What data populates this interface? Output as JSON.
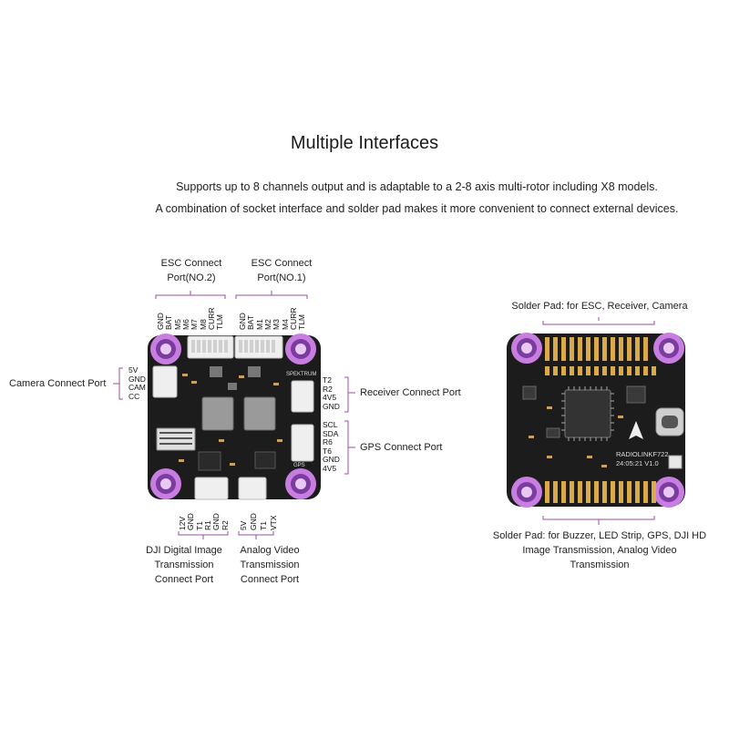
{
  "title": "Multiple Interfaces",
  "description": [
    "Supports up to 8 channels output and is adaptable to a 2-8 axis multi-rotor including X8 models.",
    "A combination of socket interface and solder pad makes it more convenient to connect external devices."
  ],
  "left_board": {
    "esc2": {
      "label": [
        "ESC Connect",
        "Port(NO.2)"
      ],
      "pins": [
        "GND",
        "BAT",
        "M5",
        "M6",
        "M7",
        "M8",
        "CURR",
        "TLM"
      ]
    },
    "esc1": {
      "label": [
        "ESC Connect",
        "Port(NO.1)"
      ],
      "pins": [
        "GND",
        "BAT",
        "M1",
        "M2",
        "M3",
        "M4",
        "CURR",
        "TLM"
      ]
    },
    "camera": {
      "label": "Camera Connect Port",
      "pins": [
        "5V",
        "GND",
        "CAM",
        "CC"
      ]
    },
    "receiver": {
      "label": "Receiver Connect Port",
      "pins": [
        "T2",
        "R2",
        "4V5",
        "GND"
      ]
    },
    "gps": {
      "label": "GPS Connect Port",
      "pins": [
        "SCL",
        "SDA",
        "R6",
        "T6",
        "GND",
        "4V5"
      ]
    },
    "dji": {
      "label": [
        "DJI Digital Image",
        "Transmission",
        "Connect Port"
      ],
      "pins": [
        "12V",
        "GND",
        "T1",
        "R1",
        "GND",
        "R2"
      ]
    },
    "analog": {
      "label": [
        "Analog Video",
        "Transmission",
        "Connect Port"
      ],
      "pins": [
        "5V",
        "GND",
        "T1",
        "VTX"
      ]
    },
    "silk": {
      "spektrum": "SPEKTRUM",
      "gps": "GPS"
    }
  },
  "right_board": {
    "top_label": "Solder Pad: for ESC, Receiver, Camera",
    "bottom_label": [
      "Solder Pad: for Buzzer, LED Strip, GPS, DJI HD",
      "Image Transmission, Analog Video",
      "Transmission"
    ],
    "silk": {
      "model": "RADIOLINKF722",
      "version": "24:05:21 V1.0"
    }
  },
  "colors": {
    "board": "#1c1c1c",
    "pad_ring": "#c77ee0",
    "pad_center": "#7a3c9e",
    "connector": "#efefef",
    "solder": "#d9a94a",
    "bracket": "#9b4f9f"
  }
}
